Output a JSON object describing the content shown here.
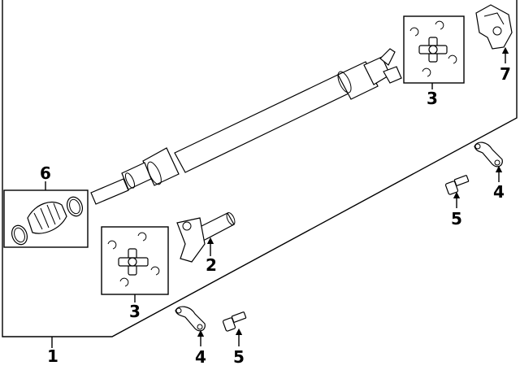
{
  "diagram": {
    "callouts": {
      "c1": "1",
      "c2": "2",
      "c3a": "3",
      "c3b": "3",
      "c4a": "4",
      "c4b": "4",
      "c5a": "5",
      "c5b": "5",
      "c6": "6",
      "c7": "7"
    }
  }
}
